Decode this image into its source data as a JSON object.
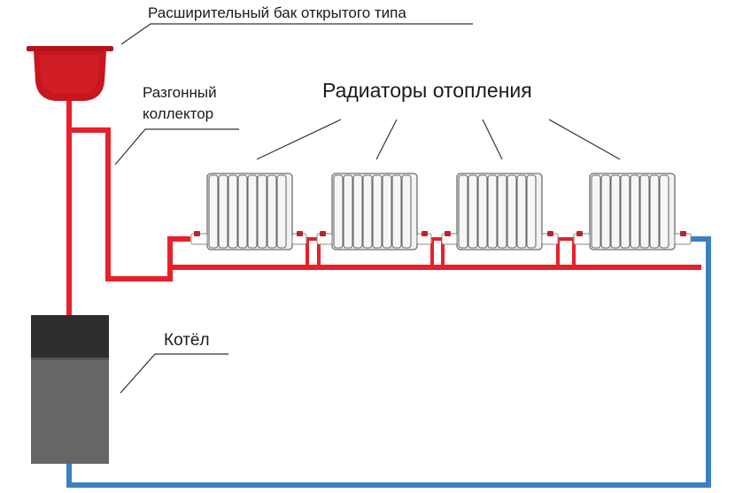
{
  "labels": {
    "expansion_tank": "Расширительный бак открытого типа",
    "booster_collector_line1": "Разгонный",
    "booster_collector_line2": "коллектор",
    "radiators": "Радиаторы отопления",
    "boiler": "Котёл"
  },
  "radiator_count": 4,
  "colors": {
    "hot_pipe": "#e8202a",
    "cold_pipe": "#3d7fc1",
    "tank": "#c8161e",
    "boiler_top": "#2e2e2e",
    "boiler_body": "#666666",
    "radiator_fill": "#f2f2f2",
    "radiator_stroke": "#6d6d6d"
  }
}
